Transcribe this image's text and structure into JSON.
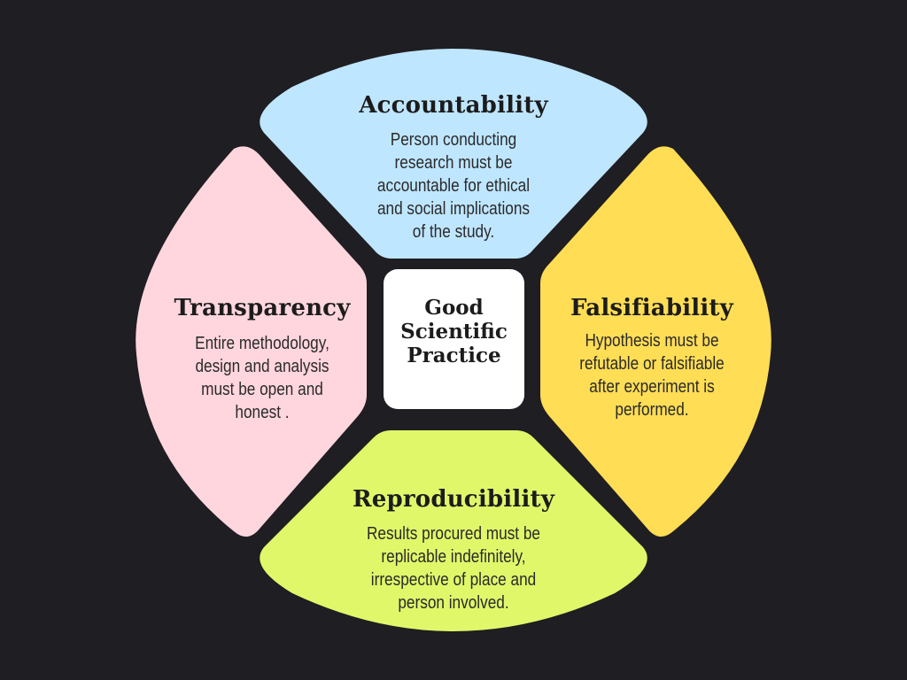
{
  "colors": {
    "background": "#1f1e22",
    "accountability": "#bfe6ff",
    "falsifiability": "#ffdd55",
    "reproducibility": "#e1f76a",
    "transparency": "#ffd6de",
    "center": "#ffffff"
  },
  "center": {
    "lines": [
      "Good",
      "Scientific",
      "Practice"
    ]
  },
  "sections": {
    "accountability": {
      "title": "Accountability",
      "lines": [
        "Person conducting",
        "research must be",
        "accountable for ethical",
        "and social implications",
        "of the study."
      ]
    },
    "transparency": {
      "title": "Transparency",
      "lines": [
        "Entire methodology,",
        "design and analysis",
        "must be open and",
        "honest ."
      ]
    },
    "falsifiability": {
      "title": "Falsifiability",
      "lines": [
        "Hypothesis must be",
        "refutable or falsifiable",
        "after experiment is",
        "performed."
      ]
    },
    "reproducibility": {
      "title": "Reproducibility",
      "lines": [
        "Results procured must be",
        "replicable indefinitely,",
        "irrespective of place and",
        "person involved."
      ]
    }
  }
}
